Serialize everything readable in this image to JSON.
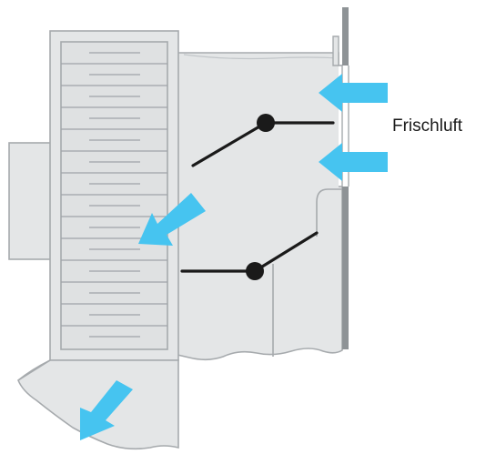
{
  "diagram": {
    "label": "Frischluft",
    "colors": {
      "background": "#ffffff",
      "housing_fill": "#e4e6e7",
      "housing_stroke": "#a6aaad",
      "panel_fill": "#dfe1e2",
      "louver_line": "#9fa4a8",
      "wall": "#8e9396",
      "damper": "#1a1a1a",
      "arrow": "#46c4f0"
    },
    "arrows": [
      {
        "name": "fresh-air-inflow-arrow-top",
        "direction": "left"
      },
      {
        "name": "fresh-air-inflow-arrow-bottom",
        "direction": "left"
      },
      {
        "name": "airflow-into-filter-arrow",
        "direction": "down-left"
      },
      {
        "name": "airflow-exhaust-arrow",
        "direction": "down-left"
      }
    ]
  }
}
